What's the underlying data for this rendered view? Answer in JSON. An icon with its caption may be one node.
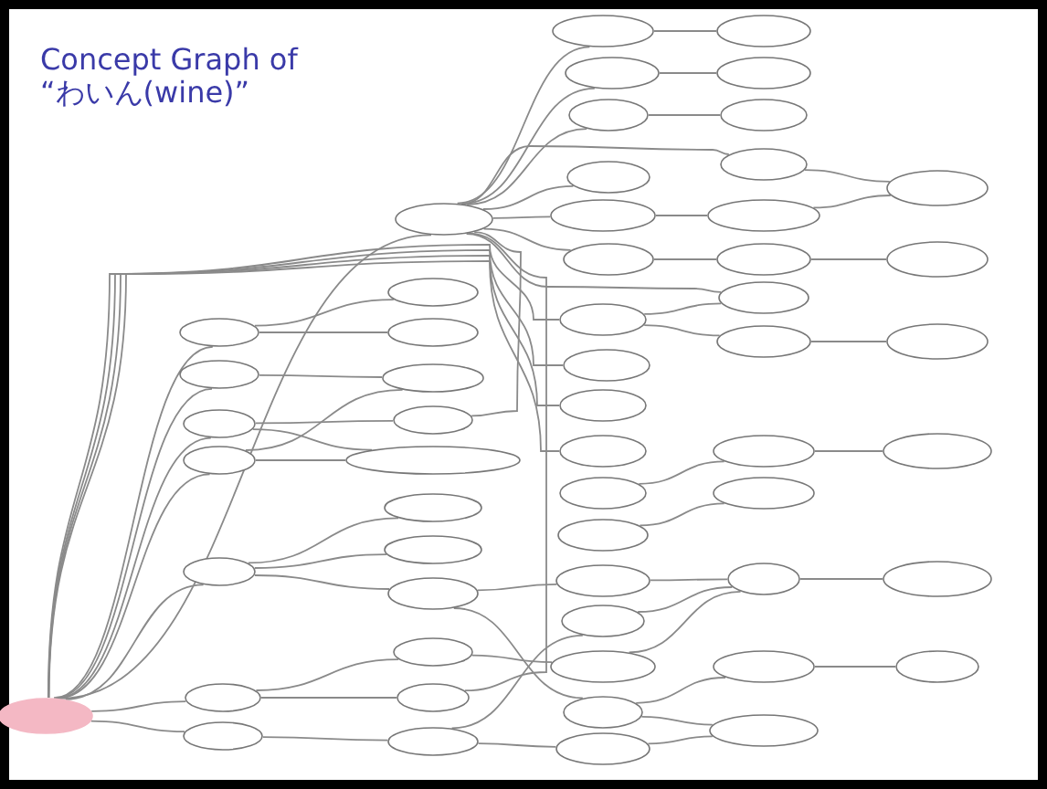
{
  "diagram": {
    "title": "Concept Graph of “わいん(wine)”",
    "nodes": [
      {
        "text": [],
        "shape": "ellipse"
      },
      {
        "text": [],
        "shape": "ellipse"
      },
      {
        "text": [],
        "shape": "ellipse"
      },
      {
        "text": [],
        "shape": "ellipse"
      },
      {
        "text": [],
        "shape": "ellipse"
      },
      {
        "text": [],
        "shape": "ellipse"
      },
      {
        "text": [],
        "shape": "ellipse"
      },
      {
        "text": [],
        "shape": "ellipse"
      },
      {
        "text": [],
        "shape": "ellipse"
      },
      {
        "text": [],
        "shape": "ellipse"
      },
      {
        "text": [],
        "shape": "ellipse"
      },
      {
        "text": [],
        "shape": "ellipse"
      },
      {
        "text": [],
        "shape": "ellipse"
      },
      {
        "text": [],
        "shape": "ellipse"
      },
      {
        "text": [],
        "shape": "ellipse"
      },
      {
        "text": [],
        "shape": "ellipse"
      },
      {
        "text": [],
        "shape": "ellipse"
      },
      {
        "text": [],
        "shape": "ellipse"
      },
      {
        "text": [],
        "shape": "ellipse"
      },
      {
        "text": [],
        "shape": "ellipse"
      },
      {
        "text": [],
        "shape": "ellipse"
      },
      {
        "text": [],
        "shape": "ellipse"
      },
      {
        "text": [],
        "shape": "ellipse"
      },
      {
        "text": [],
        "shape": "ellipse"
      },
      {
        "text": [],
        "shape": "ellipse"
      },
      {
        "text": [],
        "shape": "ellipse"
      },
      {
        "text": [],
        "shape": "ellipse"
      },
      {
        "text": [],
        "shape": "ellipse"
      },
      {
        "text": [],
        "shape": "ellipse"
      },
      {
        "text": [],
        "shape": "ellipse"
      },
      {
        "text": [],
        "shape": "ellipse"
      },
      {
        "text": [],
        "shape": "ellipse"
      },
      {
        "text": [],
        "shape": "ellipse"
      },
      {
        "text": [],
        "shape": "ellipse"
      },
      {
        "text": [],
        "shape": "ellipse"
      },
      {
        "text": [],
        "shape": "ellipse"
      },
      {
        "text": [],
        "shape": "ellipse"
      },
      {
        "text": [],
        "shape": "ellipse"
      },
      {
        "text": [],
        "shape": "ellipse"
      },
      {
        "text": [],
        "shape": "ellipse"
      },
      {
        "text": [],
        "shape": "ellipse"
      },
      {
        "text": [],
        "shape": "ellipse"
      },
      {
        "text": [],
        "shape": "ellipse"
      },
      {
        "text": [],
        "shape": "ellipse"
      },
      {
        "text": [],
        "shape": "ellipse"
      },
      {
        "text": [],
        "shape": "ellipse"
      },
      {
        "text": [],
        "shape": "ellipse"
      },
      {
        "text": [],
        "shape": "ellipse"
      },
      {
        "text": [],
        "shape": "ellipse"
      },
      {
        "text": [],
        "shape": "ellipse"
      },
      {
        "text": [],
        "shape": "ellipse"
      },
      {
        "text": [],
        "shape": "ellipse"
      },
      {
        "text": [],
        "shape": "ellipse"
      },
      {
        "text": [],
        "shape": "ellipse"
      },
      {
        "text": [],
        "shape": "ellipse"
      },
      {
        "text": [],
        "shape": "ellipse"
      }
    ],
    "edges": [
      {
        "from": 0,
        "to": 1,
        "arrow": "none"
      },
      {
        "from": 0,
        "to": 38,
        "arrow": "none"
      },
      {
        "from": 0,
        "to": 39,
        "arrow": "none"
      },
      {
        "from": 0,
        "to": 40,
        "arrow": "none"
      },
      {
        "from": 0,
        "to": 41,
        "arrow": "none"
      },
      {
        "from": 0,
        "to": 42,
        "arrow": "none"
      },
      {
        "from": 0,
        "to": 43,
        "arrow": "none"
      },
      {
        "from": 0,
        "to": 44,
        "arrow": "none"
      },
      {
        "from": 0,
        "to": 8,
        "arrow": "none"
      },
      {
        "from": 0,
        "to": 9,
        "arrow": "none"
      },
      {
        "from": 0,
        "to": 10,
        "arrow": "none"
      },
      {
        "from": 0,
        "to": 11,
        "arrow": "none"
      },
      {
        "from": 1,
        "to": 2,
        "arrow": "none"
      },
      {
        "from": 1,
        "to": 3,
        "arrow": "none"
      },
      {
        "from": 1,
        "to": 4,
        "arrow": "none"
      },
      {
        "from": 1,
        "to": 5,
        "arrow": "none"
      },
      {
        "from": 1,
        "to": 6,
        "arrow": "none"
      },
      {
        "from": 1,
        "to": 7,
        "arrow": "none"
      },
      {
        "from": 1,
        "to": 22,
        "arrow": "none"
      },
      {
        "from": 1,
        "to": 25,
        "arrow": "none"
      },
      {
        "from": 1,
        "to": 54,
        "arrow": "none"
      },
      {
        "from": 2,
        "to": 19,
        "arrow": "none"
      },
      {
        "from": 3,
        "to": 20,
        "arrow": "none"
      },
      {
        "from": 4,
        "to": 21,
        "arrow": "none"
      },
      {
        "from": 22,
        "to": 32,
        "arrow": "none"
      },
      {
        "from": 6,
        "to": 23,
        "arrow": "none"
      },
      {
        "from": 23,
        "to": 32,
        "arrow": "none"
      },
      {
        "from": 7,
        "to": 24,
        "arrow": "none"
      },
      {
        "from": 24,
        "to": 33,
        "arrow": "none"
      },
      {
        "from": 8,
        "to": 25,
        "arrow": "none"
      },
      {
        "from": 8,
        "to": 26,
        "arrow": "none"
      },
      {
        "from": 26,
        "to": 34,
        "arrow": "none"
      },
      {
        "from": 12,
        "to": 27,
        "arrow": "none"
      },
      {
        "from": 27,
        "to": 35,
        "arrow": "none"
      },
      {
        "from": 13,
        "to": 28,
        "arrow": "none"
      },
      {
        "from": 14,
        "to": 29,
        "arrow": "none"
      },
      {
        "from": 15,
        "to": 29,
        "arrow": "none"
      },
      {
        "from": 16,
        "to": 29,
        "arrow": "none"
      },
      {
        "from": 29,
        "to": 36,
        "arrow": "none"
      },
      {
        "from": 17,
        "to": 30,
        "arrow": "none"
      },
      {
        "from": 30,
        "to": 37,
        "arrow": "none"
      },
      {
        "from": 17,
        "to": 31,
        "arrow": "none"
      },
      {
        "from": 18,
        "to": 31,
        "arrow": "none"
      },
      {
        "from": 38,
        "to": 45,
        "arrow": "none"
      },
      {
        "from": 38,
        "to": 46,
        "arrow": "none"
      },
      {
        "from": 39,
        "to": 47,
        "arrow": "none"
      },
      {
        "from": 40,
        "to": 48,
        "arrow": "none"
      },
      {
        "from": 40,
        "to": 49,
        "arrow": "none"
      },
      {
        "from": 41,
        "to": 47,
        "arrow": "none"
      },
      {
        "from": 41,
        "to": 49,
        "arrow": "none"
      },
      {
        "from": 48,
        "to": 1,
        "arrow": "none"
      },
      {
        "from": 42,
        "to": 50,
        "arrow": "none"
      },
      {
        "from": 42,
        "to": 51,
        "arrow": "none"
      },
      {
        "from": 42,
        "to": 52,
        "arrow": "none"
      },
      {
        "from": 52,
        "to": 14,
        "arrow": "none"
      },
      {
        "from": 52,
        "to": 17,
        "arrow": "none"
      },
      {
        "from": 43,
        "to": 53,
        "arrow": "none"
      },
      {
        "from": 43,
        "to": 54,
        "arrow": "none"
      },
      {
        "from": 44,
        "to": 55,
        "arrow": "none"
      },
      {
        "from": 55,
        "to": 18,
        "arrow": "none"
      },
      {
        "from": 55,
        "to": 15,
        "arrow": "none"
      },
      {
        "from": 53,
        "to": 16,
        "arrow": "none"
      }
    ]
  }
}
